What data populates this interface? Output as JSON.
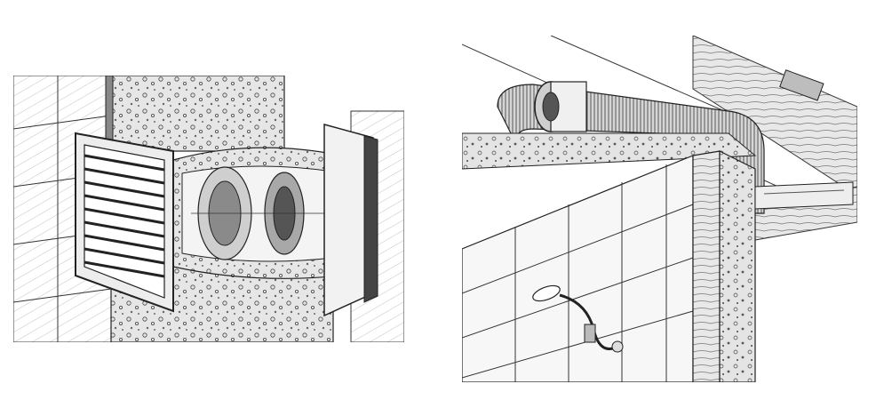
{
  "illustrations": [
    {
      "id": "wall-fan",
      "elements": [
        "wall",
        "tiles",
        "louvred-grille",
        "duct-fan",
        "wall-plate"
      ]
    },
    {
      "id": "ceiling-duct",
      "elements": [
        "ceiling",
        "flexible-duct",
        "inline-fan",
        "ceiling-diffuser",
        "tiled-wall",
        "shower-head",
        "ceiling-vent"
      ]
    }
  ],
  "colors": {
    "line": "#1a1a1a",
    "concrete": "#d9d9d9",
    "metal": "#bdbdbd",
    "dark_metal": "#555555",
    "background": "#ffffff"
  }
}
